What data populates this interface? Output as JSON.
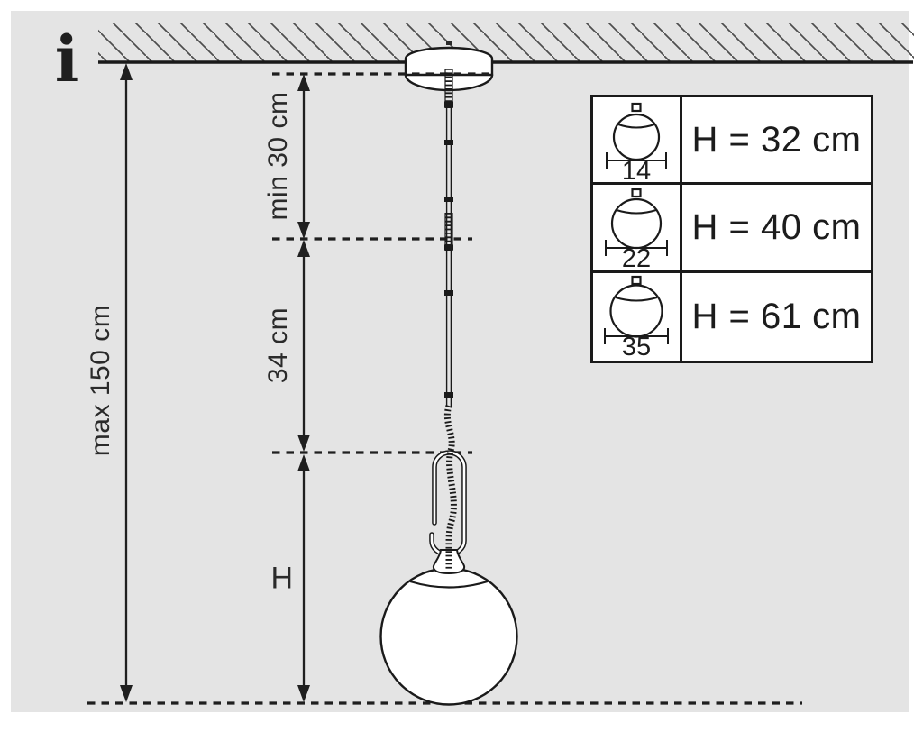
{
  "info_symbol": "i",
  "colors": {
    "panel_background": "#e4e4e4",
    "ink": "#1a1a1a",
    "surface_white": "#ffffff"
  },
  "dimensions": {
    "max_total": "max 150 cm",
    "min_from_ceiling": "min 30 cm",
    "stem_length": "34 cm",
    "shade_height": "H"
  },
  "size_table": {
    "rows": [
      {
        "diameter": "14",
        "height": "H = 32 cm"
      },
      {
        "diameter": "22",
        "height": "H = 40 cm"
      },
      {
        "diameter": "35",
        "height": "H = 61 cm"
      }
    ]
  }
}
